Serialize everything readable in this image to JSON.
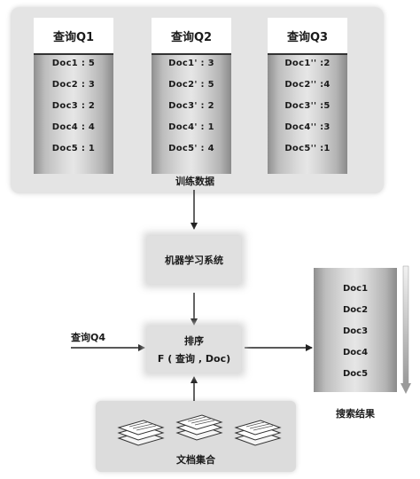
{
  "training": {
    "caption": "训练数据",
    "queries": [
      {
        "title": "查询Q1",
        "docs": [
          "Doc1 : 5",
          "Doc2 : 3",
          "Doc3 : 2",
          "Doc4 : 4",
          "Doc5 : 1"
        ]
      },
      {
        "title": "查询Q2",
        "docs": [
          "Doc1' : 3",
          "Doc2' : 5",
          "Doc3' : 2",
          "Doc4' : 1",
          "Doc5' : 4"
        ]
      },
      {
        "title": "查询Q3",
        "docs": [
          "Doc1'' :2",
          "Doc2'' :4",
          "Doc3'' :5",
          "Doc4'' :3",
          "Doc5'' :1"
        ]
      }
    ]
  },
  "ml_system": {
    "label": "机器学习系统"
  },
  "ranking": {
    "label": "排序",
    "formula": "F ( 查询 , Doc)"
  },
  "query_input": {
    "label": "查询Q4"
  },
  "results": {
    "caption": "搜索结果",
    "docs": [
      "Doc1",
      "Doc2",
      "Doc3",
      "Doc4",
      "Doc5"
    ]
  },
  "documents": {
    "caption": "文档集合"
  }
}
